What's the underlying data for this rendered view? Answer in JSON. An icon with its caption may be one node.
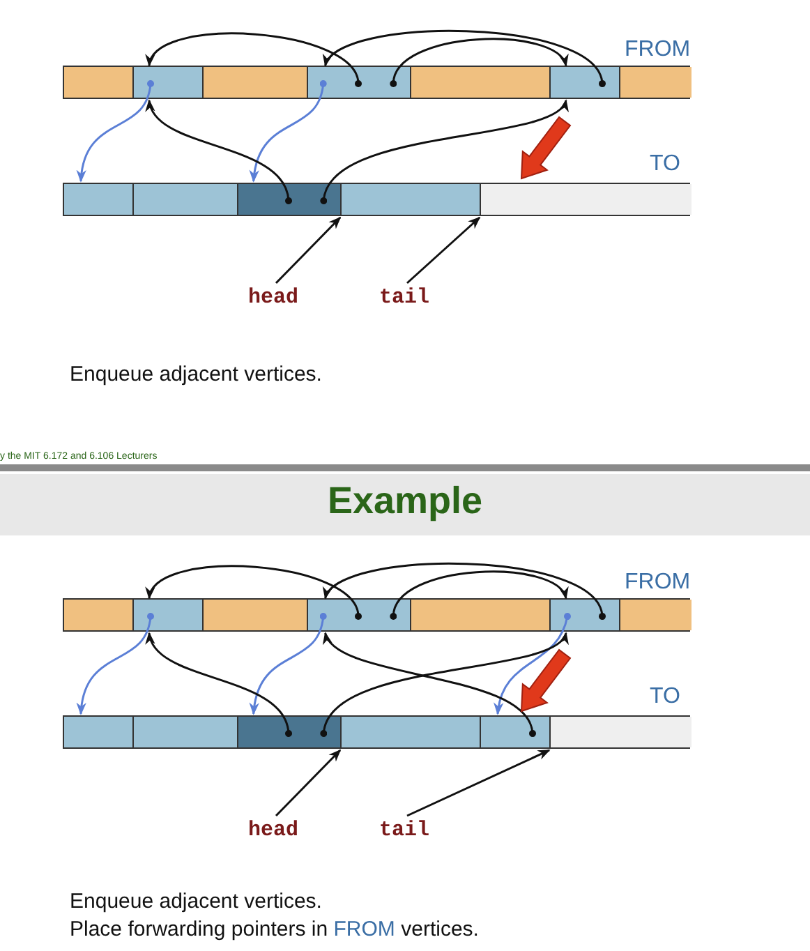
{
  "diagram": {
    "title": "Example",
    "nodes": [
      {
        "text": [
          "FROM"
        ]
      },
      {
        "text": [],
        "shape": "box",
        "in": 0
      },
      {
        "text": [],
        "shape": "box",
        "in": 0
      },
      {
        "text": [],
        "shape": "box",
        "in": 0
      },
      {
        "text": [],
        "shape": "box",
        "in": 0
      },
      {
        "text": [],
        "shape": "box",
        "in": 0
      },
      {
        "text": [],
        "shape": "box",
        "in": 0
      },
      {
        "text": [],
        "shape": "box",
        "in": 0
      },
      {
        "text": [
          "TO"
        ]
      },
      {
        "text": [],
        "shape": "box",
        "in": 8
      },
      {
        "text": [],
        "shape": "box",
        "in": 8
      },
      {
        "text": [],
        "shape": "box",
        "in": 8
      },
      {
        "text": [],
        "shape": "box",
        "in": 8
      },
      {
        "text": [],
        "shape": "box",
        "in": 8
      },
      {
        "text": [
          "head"
        ]
      },
      {
        "text": [
          "tail"
        ]
      },
      {
        "text": [
          "FROM"
        ]
      },
      {
        "text": [],
        "shape": "box",
        "in": 16
      },
      {
        "text": [],
        "shape": "box",
        "in": 16
      },
      {
        "text": [],
        "shape": "box",
        "in": 16
      },
      {
        "text": [],
        "shape": "box",
        "in": 16
      },
      {
        "text": [],
        "shape": "box",
        "in": 16
      },
      {
        "text": [],
        "shape": "box",
        "in": 16
      },
      {
        "text": [],
        "shape": "box",
        "in": 16
      },
      {
        "text": [
          "TO"
        ]
      },
      {
        "text": [],
        "shape": "box",
        "in": 24
      },
      {
        "text": [],
        "shape": "box",
        "in": 24
      },
      {
        "text": [],
        "shape": "box",
        "in": 24
      },
      {
        "text": [],
        "shape": "box",
        "in": 24
      },
      {
        "text": [],
        "shape": "box",
        "in": 24
      },
      {
        "text": [],
        "shape": "box",
        "in": 24
      },
      {
        "text": [
          "head"
        ]
      },
      {
        "text": [
          "tail"
        ]
      }
    ],
    "edges": [
      {
        "from": 4,
        "to": 2,
        "arrow": "to"
      },
      {
        "from": 4,
        "to": 6,
        "arrow": "to"
      },
      {
        "from": 6,
        "to": 4,
        "arrow": "to"
      },
      {
        "from": 2,
        "to": 9,
        "arrow": "to",
        "color": "#5b7fd6"
      },
      {
        "from": 4,
        "to": 11,
        "arrow": "to",
        "color": "#5b7fd6"
      },
      {
        "from": 11,
        "to": 2,
        "arrow": "to"
      },
      {
        "from": 11,
        "to": 6,
        "arrow": "to"
      },
      {
        "from": 14,
        "to": 11,
        "arrow": "to"
      },
      {
        "from": 15,
        "to": 12,
        "arrow": "to"
      },
      {
        "from": 6,
        "to": 13,
        "arrow": "to",
        "style": "thick",
        "color": "#e0391b"
      },
      {
        "from": 20,
        "to": 18,
        "arrow": "to"
      },
      {
        "from": 20,
        "to": 22,
        "arrow": "to"
      },
      {
        "from": 22,
        "to": 20,
        "arrow": "to"
      },
      {
        "from": 18,
        "to": 25,
        "arrow": "to",
        "color": "#5b7fd6"
      },
      {
        "from": 20,
        "to": 27,
        "arrow": "to",
        "color": "#5b7fd6"
      },
      {
        "from": 22,
        "to": 29,
        "arrow": "to",
        "color": "#5b7fd6"
      },
      {
        "from": 27,
        "to": 18,
        "arrow": "to"
      },
      {
        "from": 27,
        "to": 22,
        "arrow": "to"
      },
      {
        "from": 29,
        "to": 20,
        "arrow": "to"
      },
      {
        "from": 31,
        "to": 27,
        "arrow": "to"
      },
      {
        "from": 32,
        "to": 29,
        "arrow": "to"
      },
      {
        "from": 22,
        "to": 29,
        "arrow": "to",
        "style": "thick",
        "color": "#e0391b"
      }
    ],
    "labels": [
      "Enqueue adjacent vertices.",
      "y the MIT 6.172 and 6.106 Lecturers",
      "Enqueue adjacent vertices.",
      "Place forwarding pointers in **FROM** vertices."
    ]
  }
}
